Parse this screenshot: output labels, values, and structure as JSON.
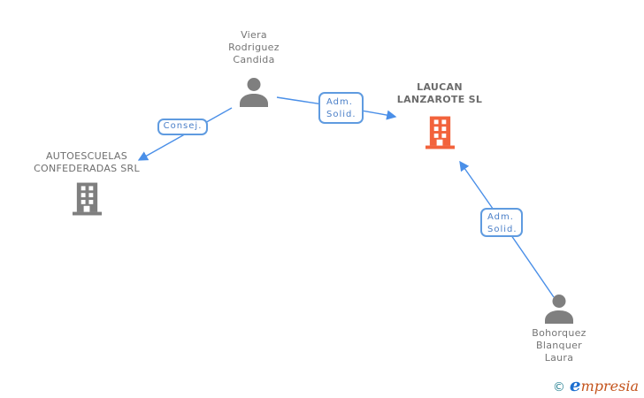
{
  "diagram": {
    "nodes": {
      "person_top": {
        "type": "person",
        "label": "Viera Rodriguez Candida"
      },
      "company_main": {
        "type": "company",
        "label": "LAUCAN LANZAROTE SL",
        "highlight": true
      },
      "company_left": {
        "type": "company",
        "label": "AUTOESCUELAS CONFEDERADAS SRL",
        "highlight": false
      },
      "person_bottom": {
        "type": "person",
        "label": "Bohorquez Blanquer Laura"
      }
    },
    "edges": {
      "adm_solid_1": {
        "from": "person_top",
        "to": "company_main",
        "line1": "Adm.",
        "line2": "Solid."
      },
      "consej": {
        "from": "person_top",
        "to": "company_left",
        "line1": "Consej."
      },
      "adm_solid_2": {
        "from": "person_bottom",
        "to": "company_main",
        "line1": "Adm.",
        "line2": "Solid."
      }
    }
  },
  "colors": {
    "accent_orange": "#F2633C",
    "icon_gray": "#7F7F7F",
    "edge_blue": "#4A8FE8",
    "label_gray": "#757575",
    "edge_label_blue": "#4A7FC8",
    "logo_copyright_teal": "#2E8596",
    "logo_e_blue": "#1D6FD0",
    "logo_rest_orange": "#C4541D"
  },
  "watermark": {
    "copyright": "©",
    "brand_first_letter": "e",
    "brand_rest": "mpresia"
  }
}
